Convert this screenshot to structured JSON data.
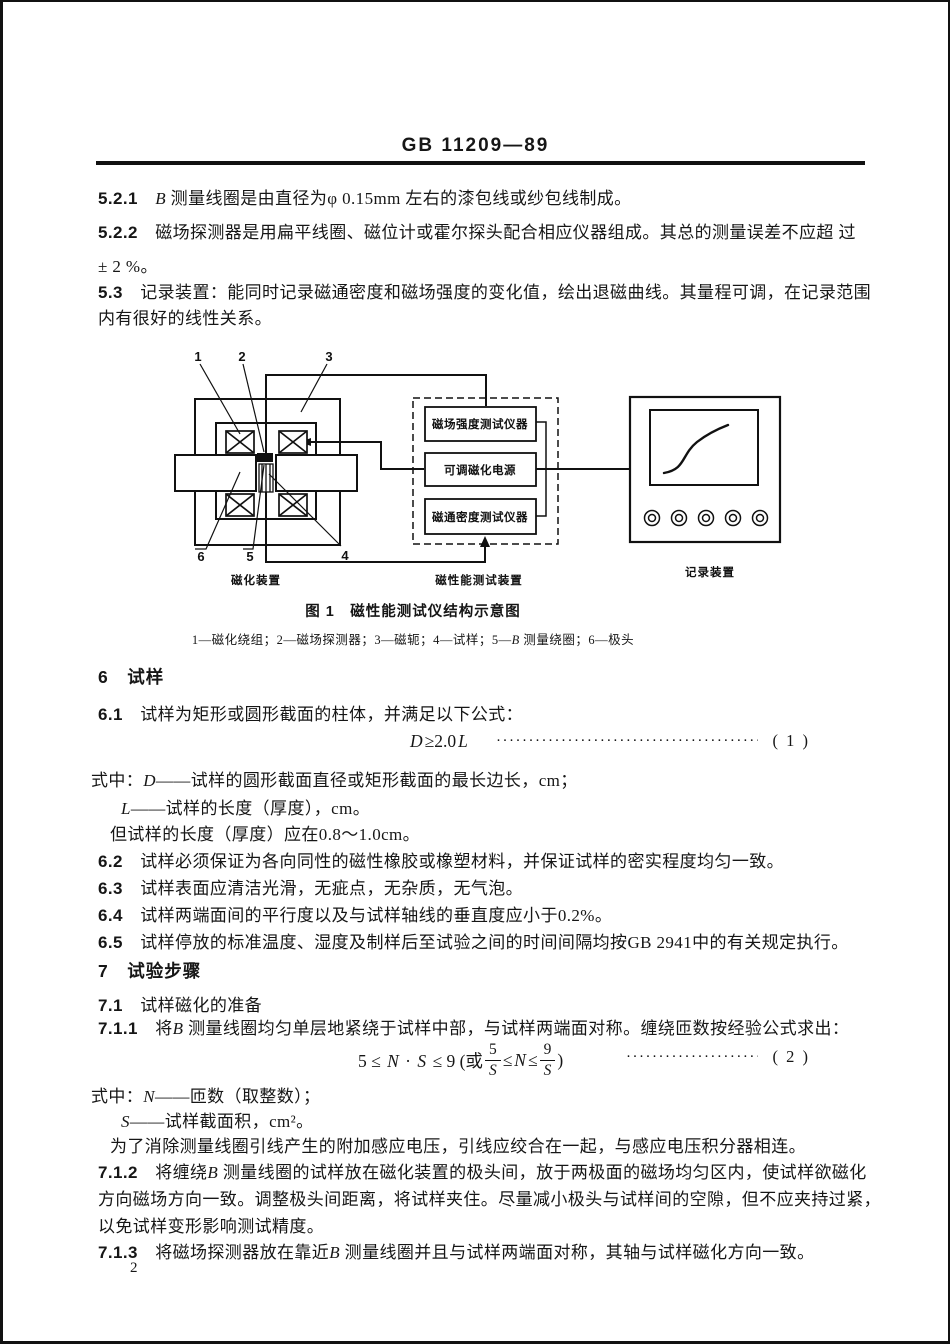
{
  "page": {
    "number": "2"
  },
  "header": {
    "standard_code": "GB 11209—89"
  },
  "body_lines": [
    [
      {
        "b": "5.2.1"
      },
      {
        "t": "　"
      },
      {
        "i": "B"
      },
      {
        "t": " 测量线圈是由直径为φ 0.15mm 左右的漆包线或纱包线制成。"
      }
    ],
    [
      {
        "b": "5.2.2"
      },
      {
        "t": "　磁场探测器是用扁平线圈、磁位计或霍尔探头配合相应仪器组成。其总的测量误差不应超 过"
      }
    ],
    [
      {
        "t": "± 2 %。"
      }
    ],
    [
      {
        "b": "5.3"
      },
      {
        "t": "　记录装置：能同时记录磁通密度和磁场强度的变化值，绘出退磁曲线。其量程可调，在记录范围"
      }
    ],
    [
      {
        "t": "内有很好的线性关系。"
      }
    ],
    [
      {
        "b": "6　试样"
      }
    ],
    [
      {
        "b": "6.1"
      },
      {
        "t": "　试样为矩形或圆形截面的柱体，并满足以下公式："
      }
    ],
    [
      {
        "t": "式中："
      },
      {
        "i": "D"
      },
      {
        "t": "——试样的圆形截面直径或矩形截面的最长边长，cm；"
      }
    ],
    [
      {
        "i": "L"
      },
      {
        "t": "——试样的长度（厚度），cm。"
      }
    ],
    [
      {
        "t": "但试样的长度（厚度）应在0.8～1.0cm。"
      }
    ],
    [
      {
        "b": "6.2"
      },
      {
        "t": "　试样必须保证为各向同性的磁性橡胶或橡塑材料，并保证试样的密实程度均匀一致。"
      }
    ],
    [
      {
        "b": "6.3"
      },
      {
        "t": "　试样表面应清洁光滑，无疵点，无杂质，无气泡。"
      }
    ],
    [
      {
        "b": "6.4"
      },
      {
        "t": "　试样两端面间的平行度以及与试样轴线的垂直度应小于0.2%。"
      }
    ],
    [
      {
        "b": "6.5"
      },
      {
        "t": "　试样停放的标准温度、湿度及制样后至试验之间的时间间隔均按GB 2941中的有关规定执行。"
      }
    ],
    [
      {
        "b": "7　试验步骤"
      }
    ],
    [
      {
        "b": "7.1"
      },
      {
        "t": "　试样磁化的准备"
      }
    ],
    [
      {
        "b": "7.1.1"
      },
      {
        "t": "　将"
      },
      {
        "i": "B"
      },
      {
        "t": " 测量线圈均匀单层地紧绕于试样中部，与试样两端面对称。缠绕匝数按经验公式求出："
      }
    ],
    [
      {
        "t": "式中："
      },
      {
        "i": "N"
      },
      {
        "t": "——匝数（取整数）；"
      }
    ],
    [
      {
        "i": "S"
      },
      {
        "t": "——试样截面积，cm²。"
      }
    ],
    [
      {
        "t": "为了消除测量线圈引线产生的附加感应电压，引线应绞合在一起，与感应电压积分器相连。"
      }
    ],
    [
      {
        "b": "7.1.2"
      },
      {
        "t": "　将缠绕"
      },
      {
        "i": "B"
      },
      {
        "t": " 测量线圈的试样放在磁化装置的极头间，放于两极面的磁场均匀区内，使试样欲磁化"
      }
    ],
    [
      {
        "t": "方向磁场方向一致。调整极头间距离，将试样夹住。尽量减小极头与试样间的空隙，但不应夹持过紧，"
      }
    ],
    [
      {
        "t": "以免试样变形影响测试精度。"
      }
    ],
    [
      {
        "b": "7.1.3"
      },
      {
        "t": "　将磁场探测器放在靠近"
      },
      {
        "i": "B"
      },
      {
        "t": " 测量线圈并且与试样两端面对称，其轴与试样磁化方向一致。"
      }
    ]
  ],
  "formula1": {
    "math": [
      {
        "i": "D"
      },
      {
        "t": "≥2.0"
      },
      {
        "i": "L"
      }
    ],
    "dots": "················································",
    "no": "( 1 )"
  },
  "formula2": {
    "pre": [
      {
        "t": "5 ≤ "
      },
      {
        "i": "N"
      },
      {
        "t": " · "
      },
      {
        "i": "S"
      },
      {
        "t": " ≤ 9 (或"
      }
    ],
    "frac1": {
      "num": "5",
      "den": "S"
    },
    "mid": [
      {
        "t": "≤"
      },
      {
        "i": "N"
      },
      {
        "t": "≤"
      }
    ],
    "frac2": {
      "num": "9",
      "den": "S"
    },
    "post": ")",
    "dots": "··························",
    "no": "( 2 )"
  },
  "figure": {
    "title": "图 1　磁性能测试仪结构示意图",
    "legend": [
      {
        "t": "1—磁化绕组；2—磁场探测器；3—磁轭；4—试样；5—"
      },
      {
        "i": "B"
      },
      {
        "t": " 测量绕圈；6—极头"
      }
    ]
  },
  "diagram": {
    "part_labels": {
      "n1": "1",
      "n2": "2",
      "n3": "3",
      "n4": "4",
      "n5": "5",
      "n6": "6"
    },
    "boxes": {
      "field_strength": "磁场强度测试仪器",
      "power_supply": "可调磁化电源",
      "flux_density": "磁通密度测试仪器"
    },
    "captions": {
      "magnetizer": "磁化装置",
      "tester": "磁性能测试装置",
      "recorder": "记录装置"
    }
  }
}
